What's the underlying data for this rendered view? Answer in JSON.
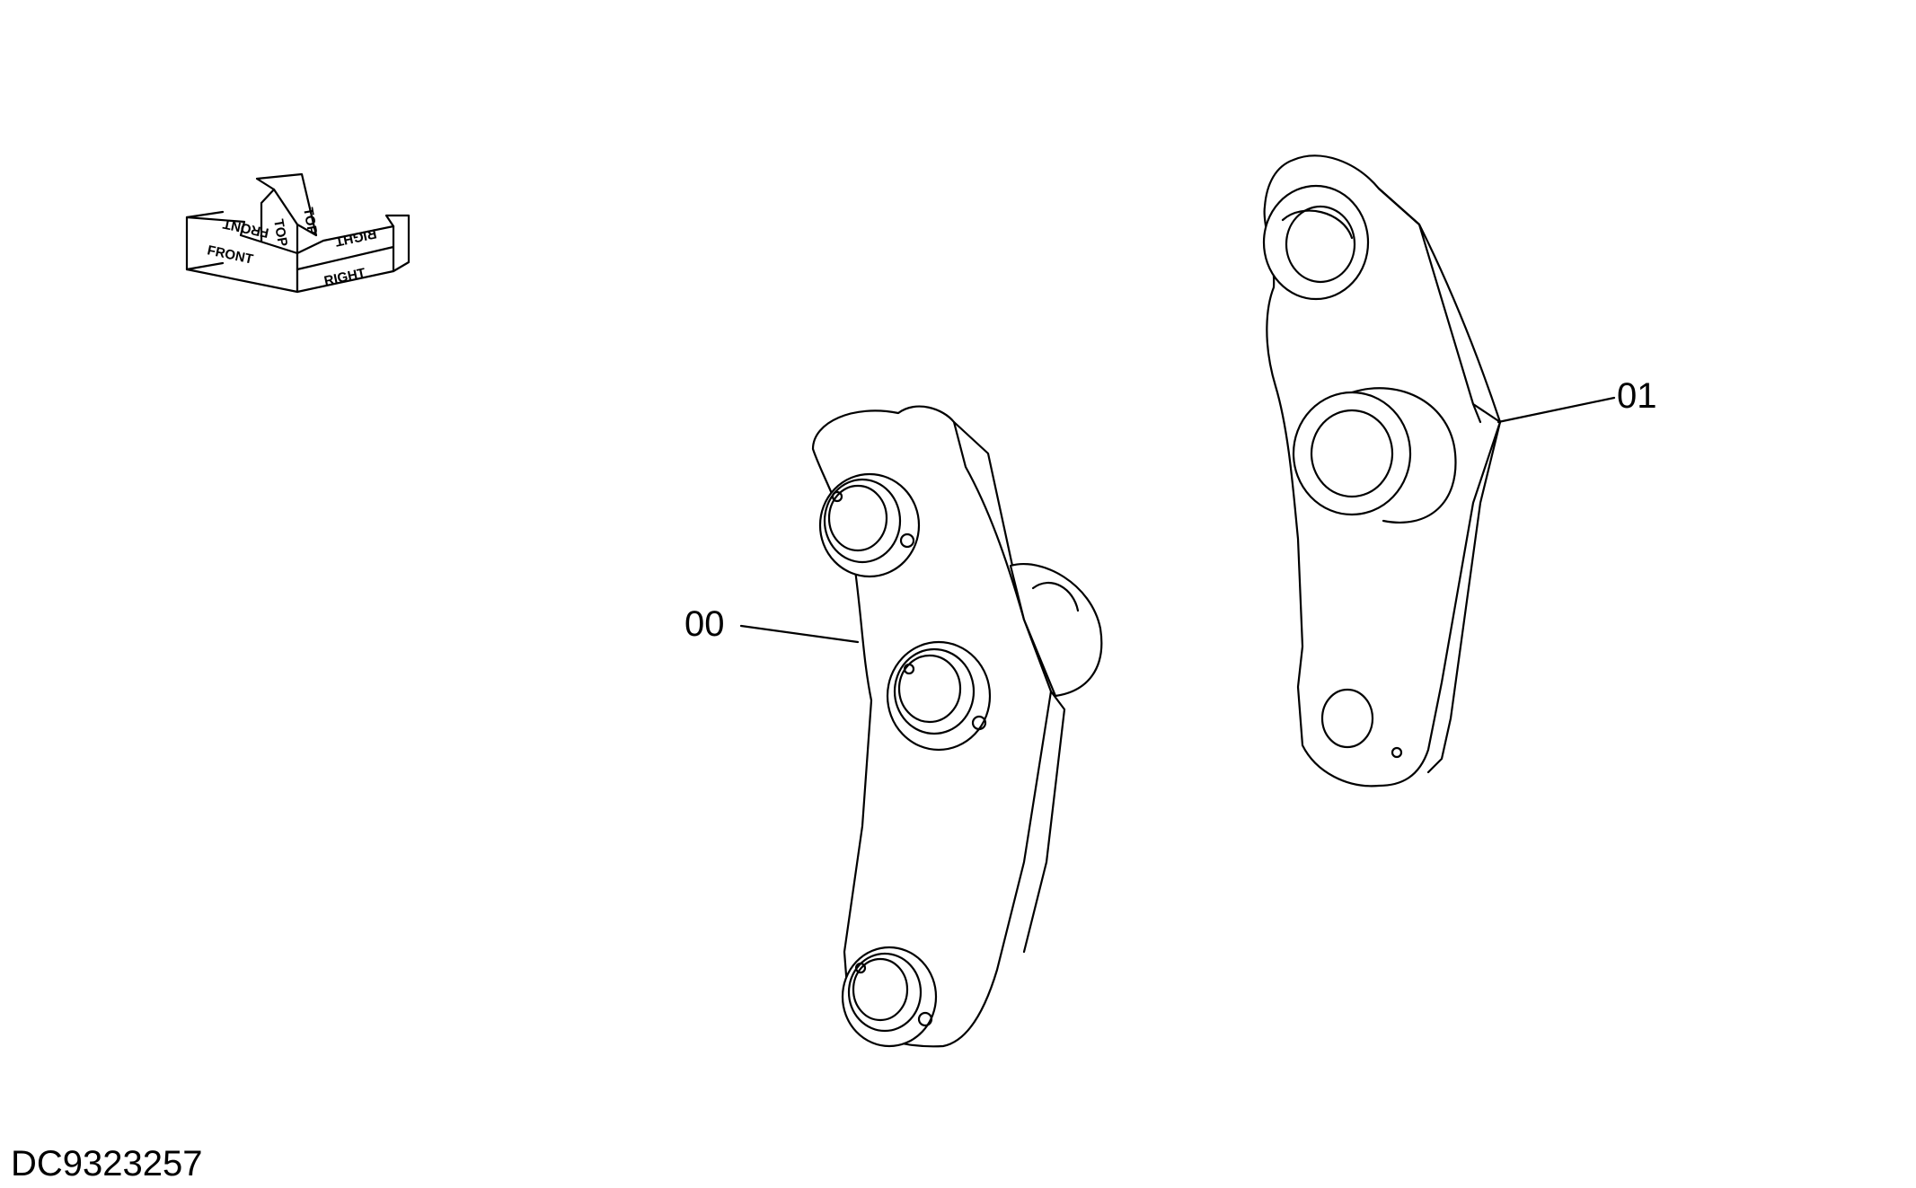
{
  "drawing_id": "DC9323257",
  "callouts": [
    {
      "id": "part-00",
      "label": "00"
    },
    {
      "id": "part-01",
      "label": "01"
    }
  ],
  "orientation_indicator": {
    "top": "TOP",
    "front": "FRONT",
    "right": "RIGHT"
  }
}
